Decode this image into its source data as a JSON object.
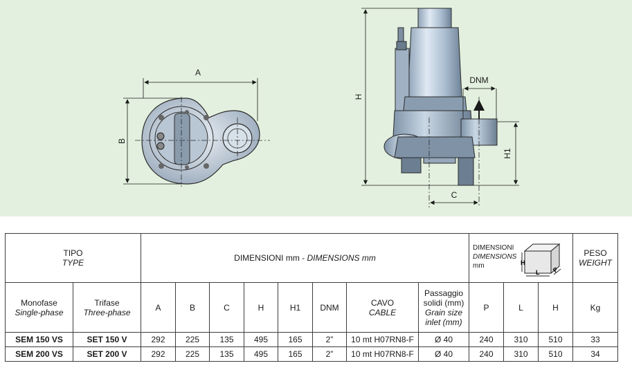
{
  "drawing": {
    "labels": {
      "a": "A",
      "b": "B",
      "h": "H",
      "dnm": "DNM",
      "h1": "H1",
      "c": "C"
    }
  },
  "table": {
    "tipo": "TIPO",
    "type": "TYPE",
    "dimensioni_prefix": "DIMENSIONI mm - ",
    "dimensions_suffix": "DIMENSIONS mm",
    "box_dim_1": "DIMENSIONI",
    "box_dim_2": "DIMENSIONS",
    "box_dim_3": "mm",
    "box_labels": {
      "h": "H",
      "l": "L",
      "p": "P"
    },
    "peso": "PESO",
    "weight": "WEIGHT",
    "sub": {
      "monofase": "Monofase",
      "single_phase": "Single-phase",
      "trifase": "Trifase",
      "three_phase": "Three-phase",
      "a": "A",
      "b": "B",
      "c": "C",
      "h": "H",
      "h1": "H1",
      "dnm": "DNM",
      "cavo": "CAVO",
      "cable": "CABLE",
      "passaggio_1": "Passaggio",
      "passaggio_2": "solidi (mm)",
      "grain_1": "Grain size",
      "grain_2": "inlet (mm)",
      "p": "P",
      "l": "L",
      "h_box": "H",
      "kg": "Kg"
    },
    "rows": [
      {
        "monofase": "SEM 150 VS",
        "trifase": "SET 150 V",
        "a": "292",
        "b": "225",
        "c": "135",
        "h": "495",
        "h1": "165",
        "dnm": "2”",
        "cavo": "10 mt H07RN8-F",
        "passaggio": "Ø 40",
        "p": "240",
        "l": "310",
        "h_box": "510",
        "kg": "33"
      },
      {
        "monofase": "SEM 200 VS",
        "trifase": "SET 200 V",
        "a": "292",
        "b": "225",
        "c": "135",
        "h": "495",
        "h1": "165",
        "dnm": "2”",
        "cavo": "10 mt H07RN8-F",
        "passaggio": "Ø 40",
        "p": "240",
        "l": "310",
        "h_box": "510",
        "kg": "34"
      }
    ]
  }
}
